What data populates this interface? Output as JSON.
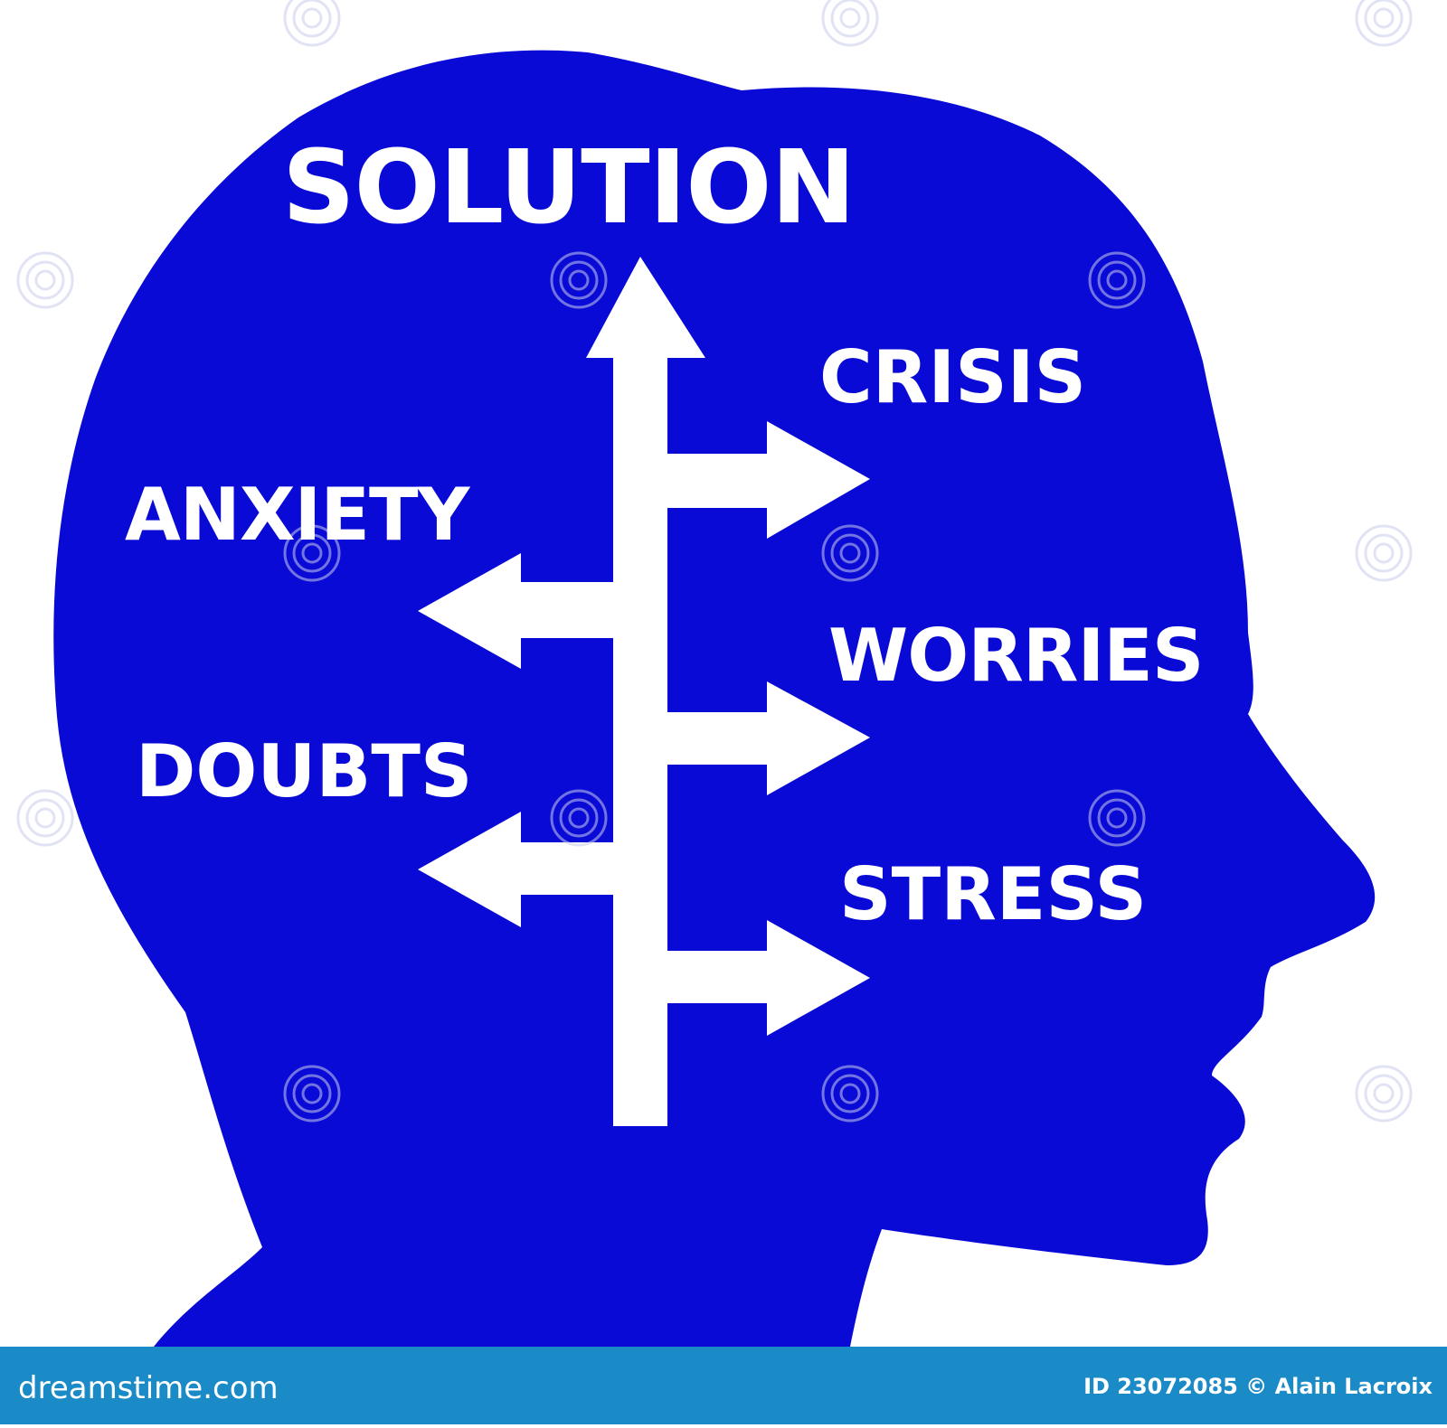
{
  "colors": {
    "head": "#0a0ad6",
    "arrows": "#ffffff",
    "text": "#ffffff",
    "footer": "#1b8bc7",
    "watermark": "#c8cdeb"
  },
  "labels": {
    "solution": "SOLUTION",
    "crisis": "CRISIS",
    "anxiety": "ANXIETY",
    "worries": "WORRIES",
    "doubts": "DOUBTS",
    "stress": "STRESS"
  },
  "footer": {
    "site": "dreamstime.com",
    "credit": "ID 23072085 © Alain Lacroix"
  },
  "watermark": {
    "text": "dreamstime",
    "icon": "spiral-logo-icon"
  }
}
